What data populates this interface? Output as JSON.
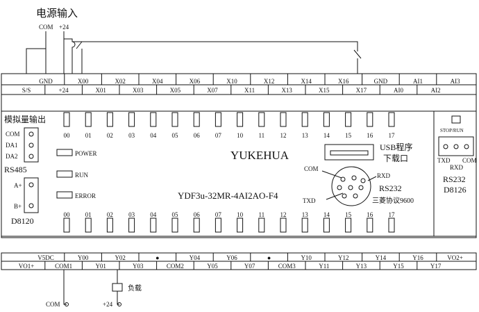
{
  "power_input": {
    "title": "电源输入",
    "com": "COM",
    "plus24": "+24"
  },
  "top_terminals": {
    "upper": [
      "GND",
      "X00",
      "X02",
      "X04",
      "X06",
      "X10",
      "X12",
      "X14",
      "X16",
      "GND",
      "AI1",
      "AI3"
    ],
    "lower": [
      "S/S",
      "+24",
      "X01",
      "X03",
      "X05",
      "X07",
      "X11",
      "X13",
      "X15",
      "X17",
      "AI0",
      "AI2"
    ]
  },
  "input_leds": {
    "labels": [
      "00",
      "01",
      "02",
      "03",
      "04",
      "05",
      "06",
      "07",
      "10",
      "11",
      "12",
      "13",
      "14",
      "15",
      "16",
      "17"
    ]
  },
  "output_leds": {
    "labels": [
      "00",
      "01",
      "02",
      "03",
      "04",
      "05",
      "06",
      "07",
      "10",
      "11",
      "12",
      "13",
      "14",
      "15",
      "16",
      "17"
    ]
  },
  "analog_out": {
    "title": "模拟量输出",
    "pins": [
      "COM",
      "DA1",
      "DA2"
    ]
  },
  "rs485": {
    "title": "RS485",
    "pins": [
      "A+",
      "B+"
    ],
    "id": "D8120"
  },
  "status": {
    "power": "POWER",
    "run": "RUN",
    "error": "ERROR"
  },
  "brand": "YUKEHUA",
  "model": "YDF3u-32MR-4AI2AO-F4",
  "usb": {
    "line1": "USB程序",
    "line2": "下载口"
  },
  "din": {
    "com": "COM",
    "rxd": "RXD",
    "txd": "TXD",
    "rs232": "RS232",
    "protocol": "三菱协议9600"
  },
  "switch": {
    "label": "STOP/RUN"
  },
  "right_rs232": {
    "txd": "TXD",
    "com": "COM",
    "rxd": "RXD",
    "title": "RS232",
    "id": "D8126"
  },
  "bottom_terminals": {
    "upper": [
      "V5DC",
      "Y00",
      "Y02",
      "●",
      "Y04",
      "Y06",
      "●",
      "Y10",
      "Y12",
      "Y14",
      "Y16",
      "VO2+"
    ],
    "lower": [
      "VO1+",
      "COM1",
      "Y01",
      "Y03",
      "COM2",
      "Y05",
      "Y07",
      "COM3",
      "Y11",
      "Y13",
      "Y15",
      "Y17"
    ]
  },
  "load": {
    "label": "负载",
    "com": "COM",
    "plus24": "+24"
  }
}
